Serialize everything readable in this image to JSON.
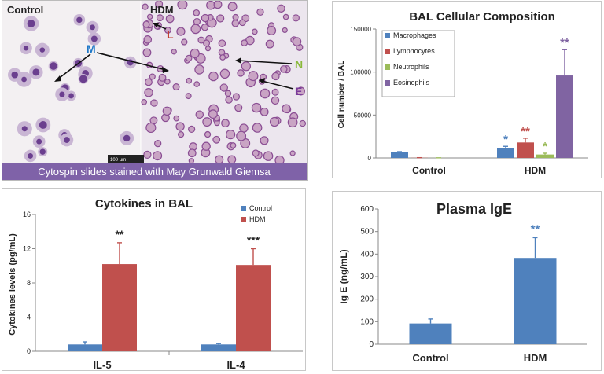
{
  "micrograph": {
    "label_control": "Control",
    "label_hdm": "HDM",
    "cell_M": "M",
    "cell_L": "L",
    "cell_N": "N",
    "cell_E": "E",
    "scale_bar": "100 µm",
    "caption": "Cytospin slides stained with May Grunwald Giemsa"
  },
  "colors": {
    "blue": "#4f81bd",
    "red": "#c0504d",
    "green": "#9bbb59",
    "purple": "#8064a2",
    "text": "#222222"
  },
  "chart_data": [
    {
      "type": "bar",
      "title": "BAL Cellular Composition",
      "ylabel": "Cell number / BAL",
      "xlabel": "",
      "categories": [
        "Control",
        "HDM"
      ],
      "ylim": [
        0,
        150000
      ],
      "yticks": [
        0,
        50000,
        100000,
        150000
      ],
      "legend_position": "top-left",
      "series": [
        {
          "name": "Macrophages",
          "values": [
            6500,
            11000
          ],
          "errors": [
            800,
            2500
          ],
          "sig": [
            "",
            "*"
          ],
          "color": "#4f81bd"
        },
        {
          "name": "Lymphocytes",
          "values": [
            200,
            18000
          ],
          "errors": [
            100,
            5000
          ],
          "sig": [
            "",
            "**"
          ],
          "color": "#c0504d"
        },
        {
          "name": "Neutrophils",
          "values": [
            100,
            4000
          ],
          "errors": [
            50,
            1500
          ],
          "sig": [
            "",
            "*"
          ],
          "color": "#9bbb59"
        },
        {
          "name": "Eosinophils",
          "values": [
            0,
            96000
          ],
          "errors": [
            0,
            30000
          ],
          "sig": [
            "",
            "**"
          ],
          "color": "#8064a2"
        }
      ]
    },
    {
      "type": "bar",
      "title": "Cytokines in BAL",
      "ylabel": "Cytokines levels (pg/mL)",
      "xlabel": "",
      "categories": [
        "IL-5",
        "IL-4"
      ],
      "ylim": [
        0,
        16
      ],
      "yticks": [
        0,
        4,
        8,
        12,
        16
      ],
      "legend_position": "top-right",
      "series": [
        {
          "name": "Control",
          "values": [
            0.8,
            0.8
          ],
          "errors": [
            0.3,
            0.1
          ],
          "sig": [
            "",
            ""
          ],
          "color": "#4f81bd"
        },
        {
          "name": "HDM",
          "values": [
            10.2,
            10.1
          ],
          "errors": [
            2.5,
            1.9
          ],
          "sig": [
            "**",
            "***"
          ],
          "color": "#c0504d"
        }
      ]
    },
    {
      "type": "bar",
      "title": "Plasma IgE",
      "ylabel": "Ig E (ng/mL)",
      "xlabel": "",
      "categories": [
        "Control",
        "HDM"
      ],
      "ylim": [
        0,
        600
      ],
      "yticks": [
        0,
        100,
        200,
        300,
        400,
        500,
        600
      ],
      "legend_position": "none",
      "series": [
        {
          "name": "",
          "values": [
            92,
            383
          ],
          "errors": [
            20,
            90
          ],
          "sig": [
            "",
            "**"
          ],
          "color": "#4f81bd"
        }
      ]
    }
  ]
}
